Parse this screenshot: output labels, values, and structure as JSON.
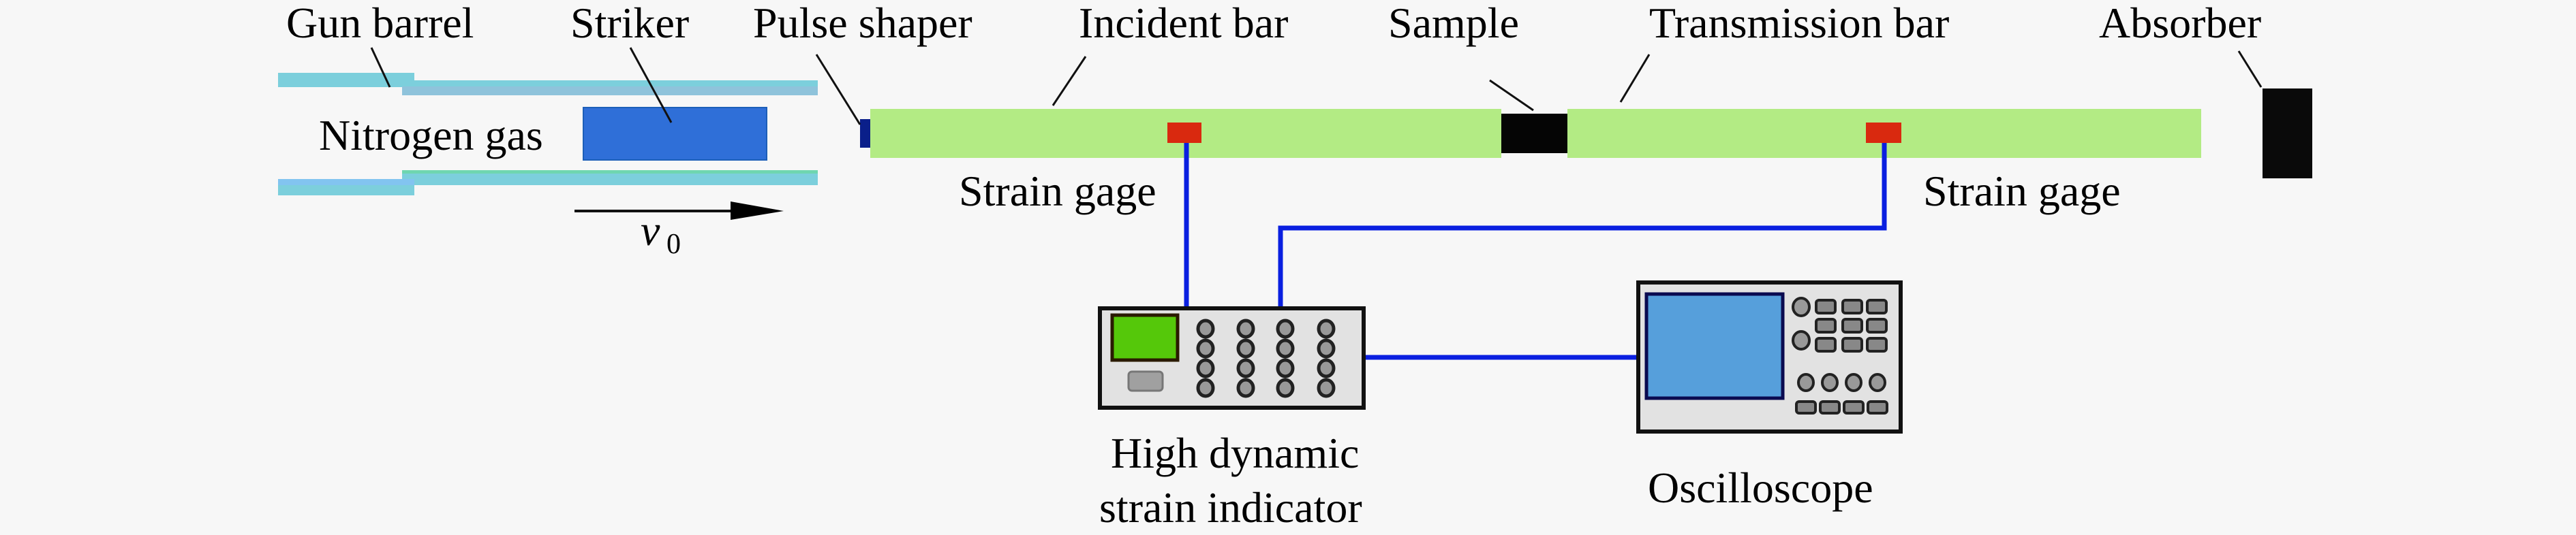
{
  "diagram": {
    "title": "Split Hopkinson pressure bar experimental setup",
    "labels": {
      "gun_barrel": "Gun barrel",
      "striker": "Striker",
      "pulse_shaper": "Pulse shaper",
      "incident_bar": "Incident bar",
      "sample": "Sample",
      "transmission_bar": "Transmission bar",
      "absorber": "Absorber",
      "nitrogen_gas": "Nitrogen gas",
      "strain_gage_left": "Strain gage",
      "strain_gage_right": "Strain gage",
      "velocity_symbol": "v",
      "velocity_subscript": "0",
      "indicator_line1": "High dynamic",
      "indicator_line2": "strain indicator",
      "oscilloscope": "Oscilloscope"
    },
    "colors": {
      "barrel": "#7ccfdc",
      "striker": "#2f6fd8",
      "pulse_shaper": "#0a1f8a",
      "bar": "#b3eb84",
      "sample": "#050505",
      "absorber": "#0a0a0a",
      "strain_gage": "#d9290f",
      "wire": "#0a1fe0",
      "indicator_screen": "#55c80a",
      "oscilloscope_screen": "#569fdb",
      "device_body": "#e2e2e2"
    }
  }
}
